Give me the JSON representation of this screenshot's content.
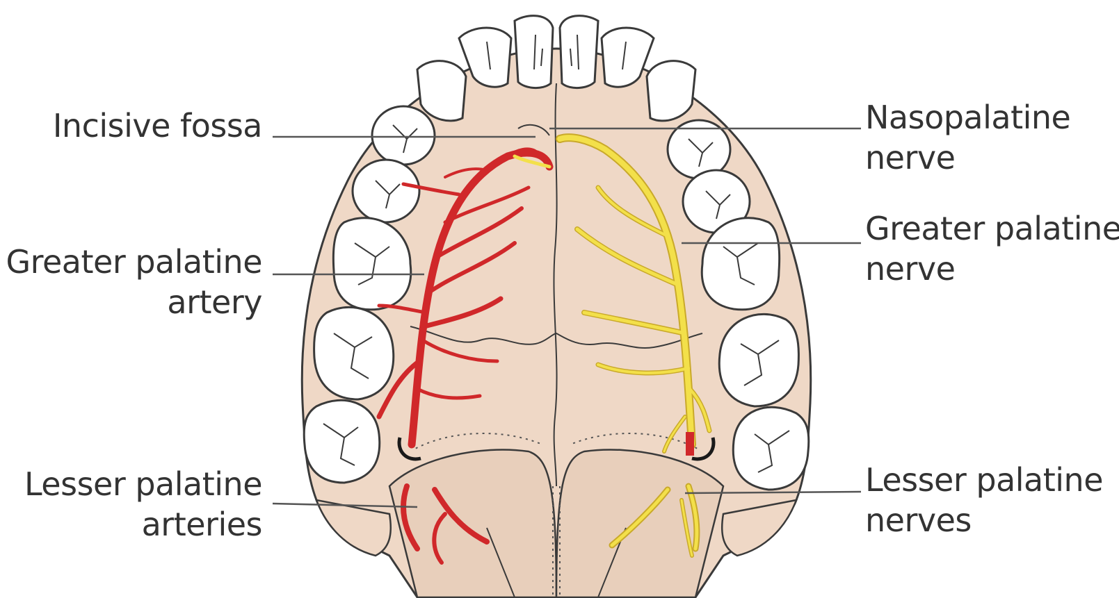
{
  "labels": {
    "incisive_fossa": [
      "Incisive fossa"
    ],
    "greater_palatine_artery": [
      "Greater palatine",
      "artery"
    ],
    "lesser_palatine_arteries": [
      "Lesser palatine",
      "arteries"
    ],
    "nasopalatine_nerve": [
      "Nasopalatine",
      "nerve"
    ],
    "greater_palatine_nerve": [
      "Greater palatine",
      "nerve"
    ],
    "lesser_palatine_nerves": [
      "Lesser palatine",
      "nerves"
    ]
  },
  "colors": {
    "palate": "#efd8c6",
    "palate_outline": "#3a3a3a",
    "tooth": "#ffffff",
    "artery": "#d0282a",
    "nerve": "#f3e04a",
    "nerve_outline": "#c9a92a",
    "leader_line": "#555555",
    "text": "#333333"
  },
  "icons": {
    "anatomy": "hard-palate-illustration"
  }
}
